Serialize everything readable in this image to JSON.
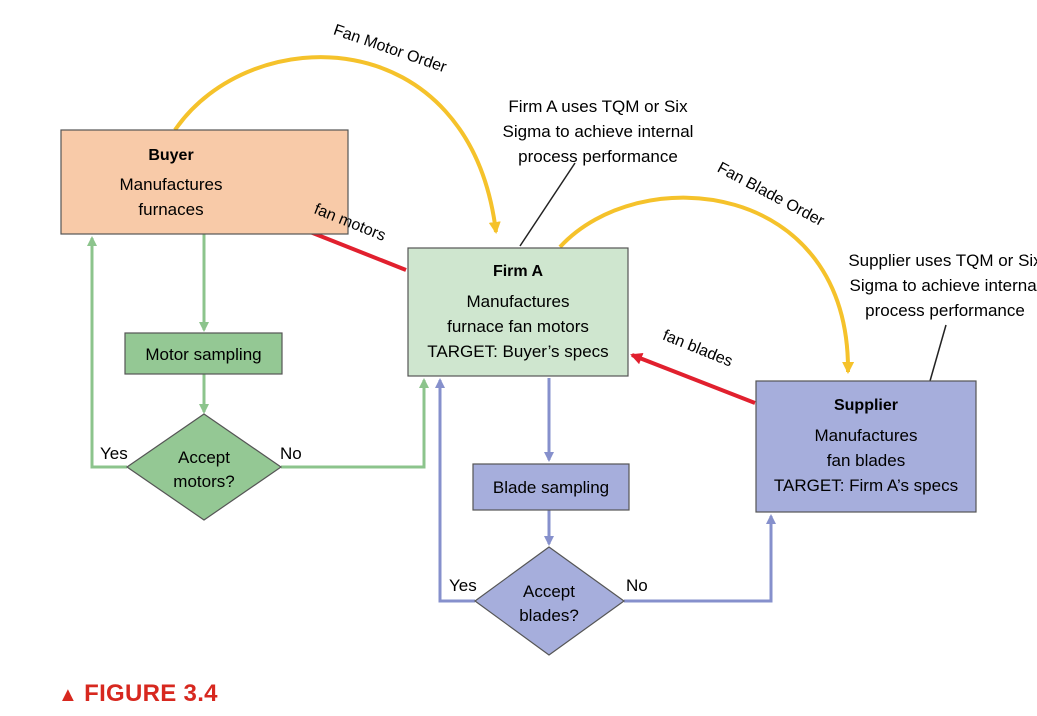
{
  "colors": {
    "buyer_fill": "#f8caa8",
    "firm_fill": "#cfe6cf",
    "green_box": "#94c894",
    "supplier_fill": "#a6aedc",
    "blue_box": "#a6aedc",
    "green_line": "#8cc48c",
    "blue_line": "#8690cc",
    "order_arrow": "#f5c22b",
    "red_arrow": "#e1202e",
    "caption": "#d7281f"
  },
  "buyer": {
    "title": "Buyer",
    "line1": "Manufactures",
    "line2": "furnaces"
  },
  "firm_a": {
    "title": "Firm A",
    "line1": "Manufactures",
    "line2": "furnace fan motors",
    "line3": "TARGET: Buyer’s specs"
  },
  "supplier": {
    "title": "Supplier",
    "line1": "Manufactures",
    "line2": "fan blades",
    "line3": "TARGET: Firm A’s specs"
  },
  "motor_sampling": "Motor sampling",
  "blade_sampling": "Blade sampling",
  "accept_motors": {
    "line1": "Accept",
    "line2": "motors?"
  },
  "accept_blades": {
    "line1": "Accept",
    "line2": "blades?"
  },
  "labels": {
    "yes_motors": "Yes",
    "no_motors": "No",
    "yes_blades": "Yes",
    "no_blades": "No",
    "fan_motor_order": "Fan Motor Order",
    "fan_blade_order": "Fan Blade Order",
    "fan_motors": "fan motors",
    "fan_blades": "fan blades"
  },
  "notes": {
    "firm": {
      "line1": "Firm A uses TQM or Six",
      "line2": "Sigma to achieve internal",
      "line3": "process performance"
    },
    "supplier": {
      "line1": "Supplier uses TQM or Six",
      "line2": "Sigma to achieve internal",
      "line3": "process performance"
    }
  },
  "caption": {
    "marker": "▲",
    "text": "FIGURE 3.4"
  }
}
